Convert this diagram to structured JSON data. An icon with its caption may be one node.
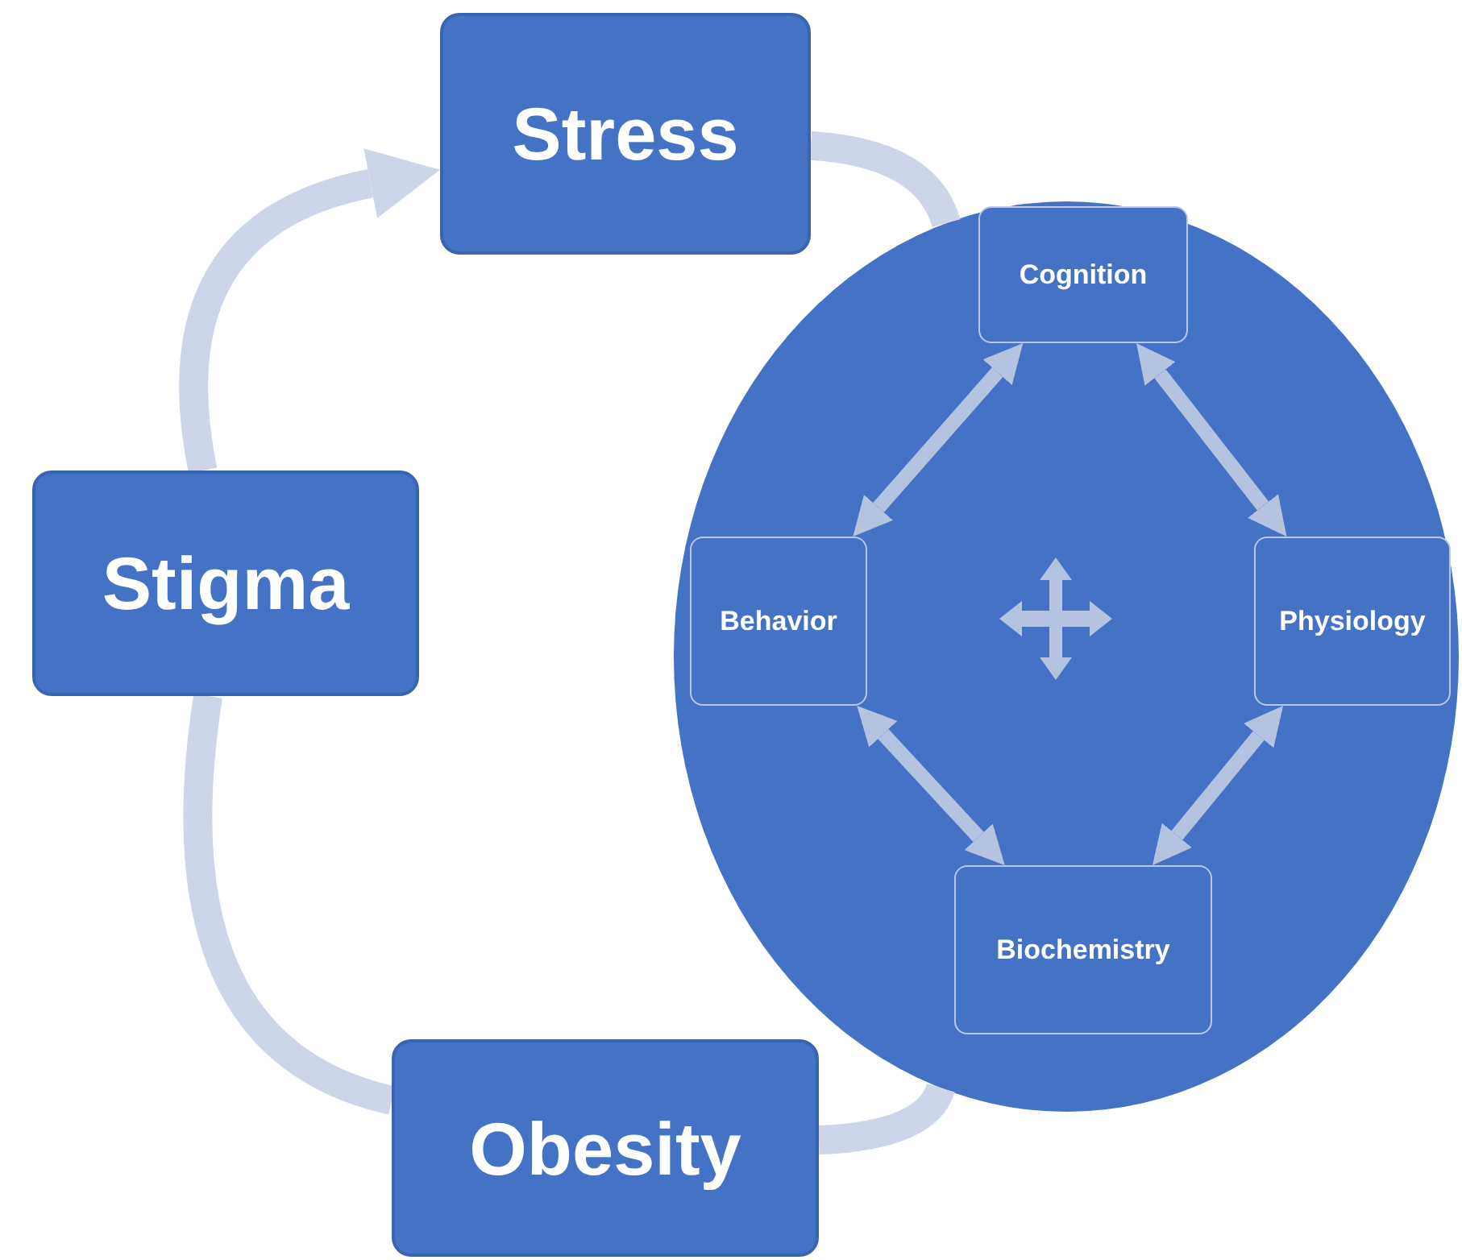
{
  "diagram": {
    "nodes": [
      {
        "text": [
          "Stress"
        ]
      },
      {
        "text": [
          "Stigma"
        ]
      },
      {
        "text": [
          "Obesity"
        ]
      },
      {
        "text": [],
        "shape": "circle"
      },
      {
        "text": [
          "Cognition"
        ],
        "in": 3
      },
      {
        "text": [
          "Behavior"
        ],
        "in": 3
      },
      {
        "text": [
          "Physiology"
        ],
        "in": 3
      },
      {
        "text": [
          "Biochemistry"
        ],
        "in": 3
      }
    ],
    "edges": [
      {
        "from": 0,
        "to": 3,
        "arrow": "none",
        "style": "thick",
        "color": "#cdd5e8"
      },
      {
        "from": 3,
        "to": 2,
        "arrow": "none",
        "style": "thick",
        "color": "#cdd5e8"
      },
      {
        "from": 2,
        "to": 1,
        "arrow": "none",
        "style": "thick",
        "color": "#cdd5e8"
      },
      {
        "from": 1,
        "to": 0,
        "arrow": "to",
        "style": "thick",
        "color": "#cdd5e8"
      },
      {
        "from": 4,
        "to": 6,
        "arrow": "both",
        "color": "#b4c3e0"
      },
      {
        "from": 6,
        "to": 7,
        "arrow": "both",
        "color": "#b4c3e0"
      },
      {
        "from": 7,
        "to": 5,
        "arrow": "both",
        "color": "#b4c3e0"
      },
      {
        "from": 5,
        "to": 4,
        "arrow": "both",
        "color": "#b4c3e0"
      }
    ]
  }
}
